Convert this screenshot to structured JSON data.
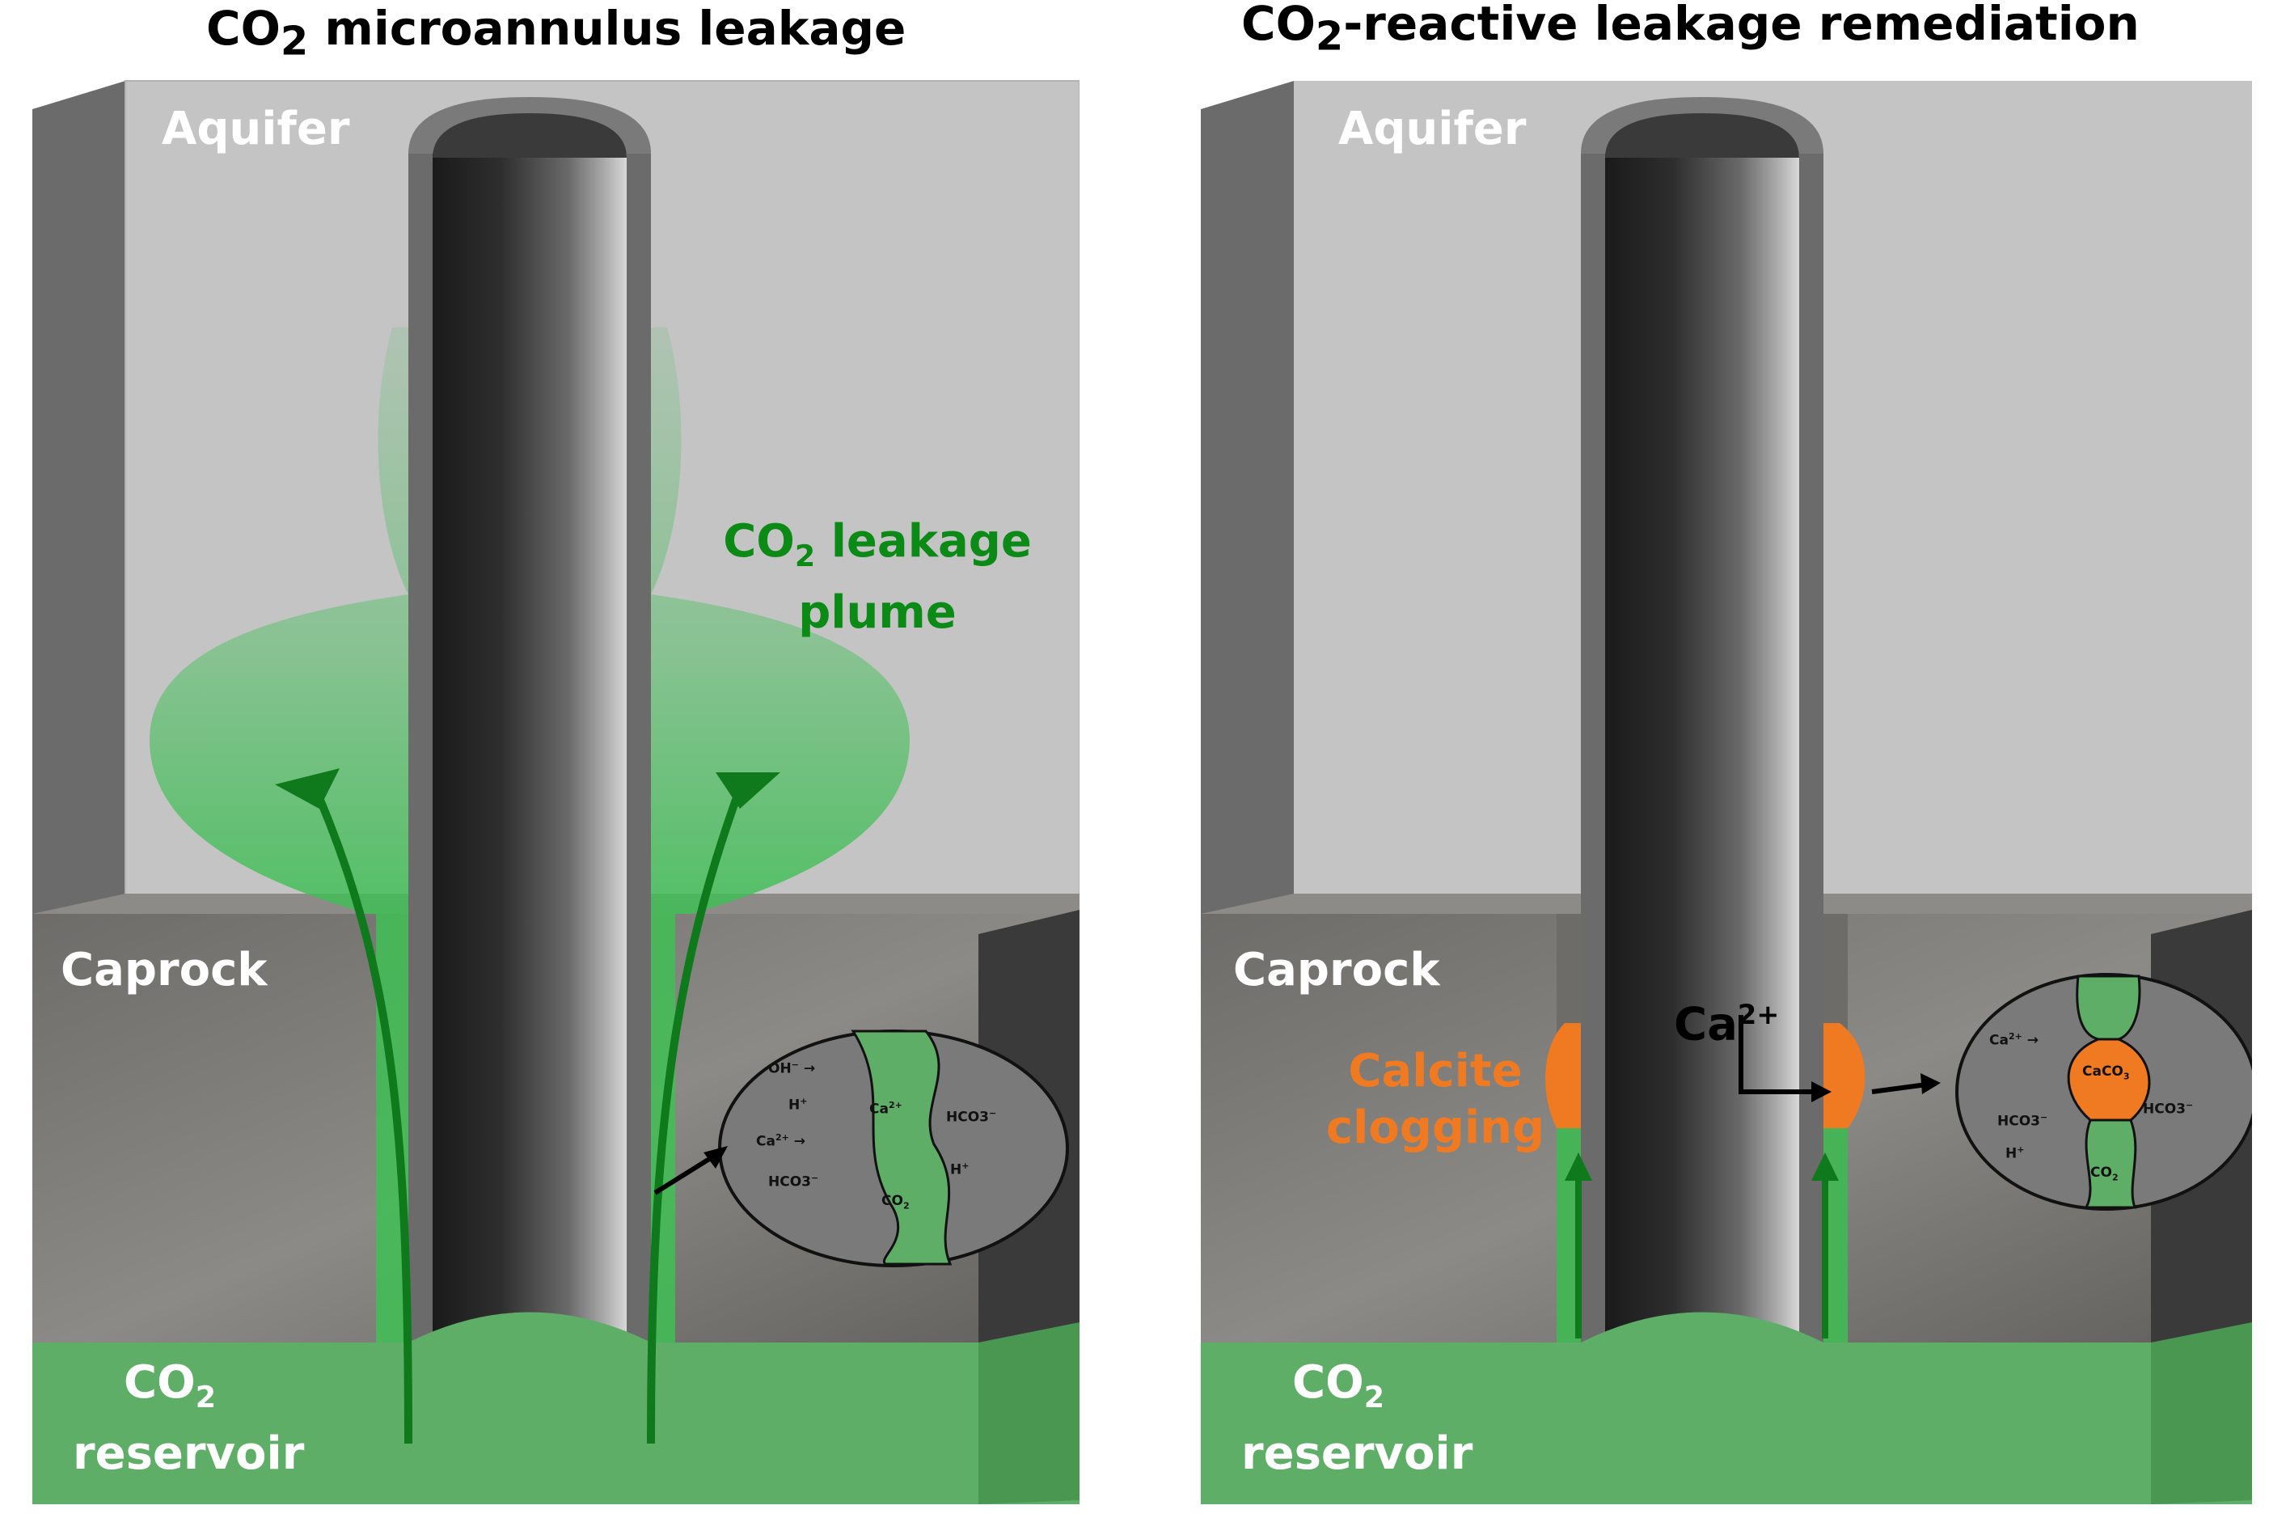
{
  "left_panel": {
    "title_prefix": "CO",
    "title_sub": "2",
    "title_rest": " microannulus leakage",
    "aquifer": "Aquifer",
    "caprock": "Caprock",
    "reservoir_line1_prefix": "CO",
    "reservoir_line1_sub": "2",
    "reservoir_line2": "reservoir",
    "plume_line1_prefix": "CO",
    "plume_line1_sub": "2",
    "plume_line1_rest": " leakage",
    "plume_line2": "plume",
    "inset": {
      "oh": "OH",
      "oh_sup": "−",
      "h1": "H",
      "h1_sup": "+",
      "ca_left": "Ca",
      "ca_left_sup": "2+",
      "hco3_left": "HCO3",
      "hco3_left_sup": "−",
      "ca_center": "Ca",
      "ca_center_sup": "2+",
      "hco3_right": "HCO3",
      "hco3_right_sup": "−",
      "h2": "H",
      "h2_sup": "+",
      "co2": "CO",
      "co2_sub": "2"
    }
  },
  "right_panel": {
    "title_prefix": "CO",
    "title_sub": "2",
    "title_rest": "-reactive  leakage remediation",
    "aquifer": "Aquifer",
    "caprock": "Caprock",
    "ca_label": "Ca",
    "ca_sup": "2+",
    "calcite_line1": "Calcite",
    "calcite_line2": "clogging",
    "reservoir_line1_prefix": "CO",
    "reservoir_line1_sub": "2",
    "reservoir_line2": "reservoir",
    "inset": {
      "ca_left": "Ca",
      "ca_left_sup": "2+",
      "caco3": "CaCO",
      "caco3_sub": "3",
      "hco3_left": "HCO3",
      "hco3_left_sup": "−",
      "hco3_right": "HCO3",
      "hco3_right_sup": "−",
      "h": "H",
      "h_sup": "+",
      "co2": "CO",
      "co2_sub": "2"
    }
  },
  "colors": {
    "aquifer": "#c4c4c4",
    "caprock": "#7a7976",
    "reservoir": "#5fae68",
    "plume": "#3fbf55",
    "casing": "#2a2a2a",
    "calcite": "#f07a22",
    "label_green": "#0b8a16"
  }
}
